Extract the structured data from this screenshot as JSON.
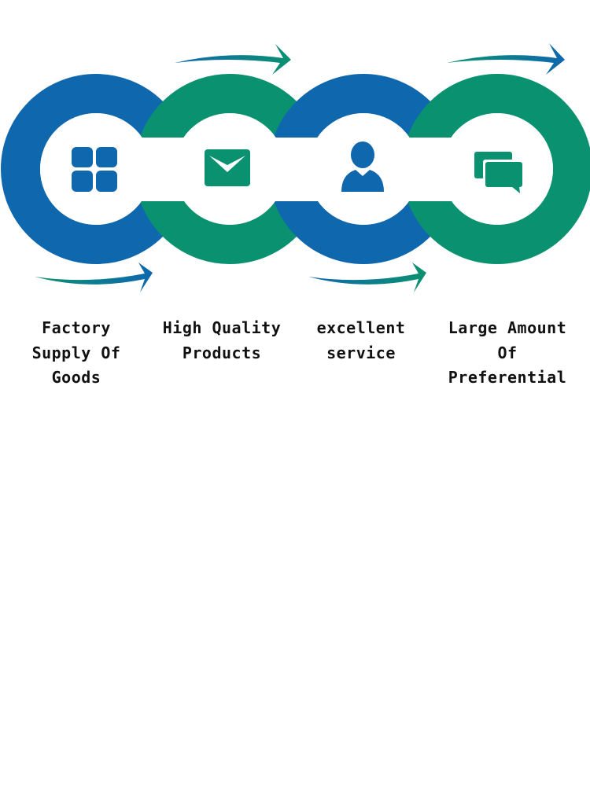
{
  "colors": {
    "blue": "#0f67ae",
    "green": "#0a9170",
    "background": "#ffffff",
    "text": "#111111"
  },
  "steps": [
    {
      "label": "Factory\nSupply Of\nGoods",
      "icon": "grid-icon",
      "ring_color": "blue"
    },
    {
      "label": "High Quality\nProducts",
      "icon": "envelope-icon",
      "ring_color": "green"
    },
    {
      "label": "excellent\nservice",
      "icon": "person-icon",
      "ring_color": "blue"
    },
    {
      "label": "Large Amount\nOf\nPreferential",
      "icon": "chat-bubbles-icon",
      "ring_color": "green"
    }
  ]
}
